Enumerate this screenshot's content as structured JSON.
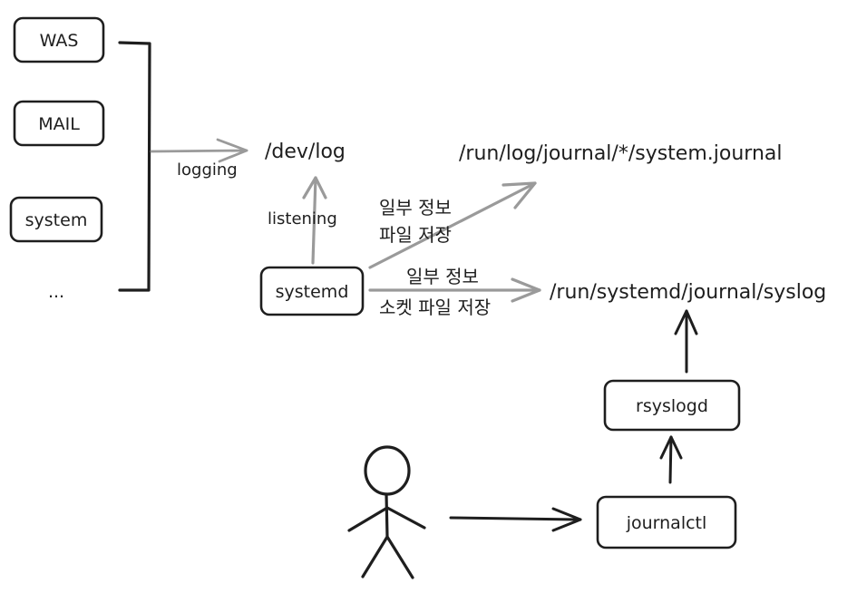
{
  "sources": [
    "WAS",
    "MAIL",
    "system",
    "..."
  ],
  "edge_labels": {
    "logging": "logging",
    "listening": "listening",
    "journal_note_line1": "일부 정보",
    "journal_note_line2": "파일 저장",
    "syslog_note_line1": "일부 정보",
    "syslog_note_line2": "소켓 파일 저장"
  },
  "nodes": {
    "dev_log": "/dev/log",
    "systemd": "systemd",
    "journal_path": "/run/log/journal/*/system.journal",
    "syslog_path": "/run/systemd/journal/syslog",
    "rsyslogd": "rsyslogd",
    "journalctl": "journalctl"
  }
}
